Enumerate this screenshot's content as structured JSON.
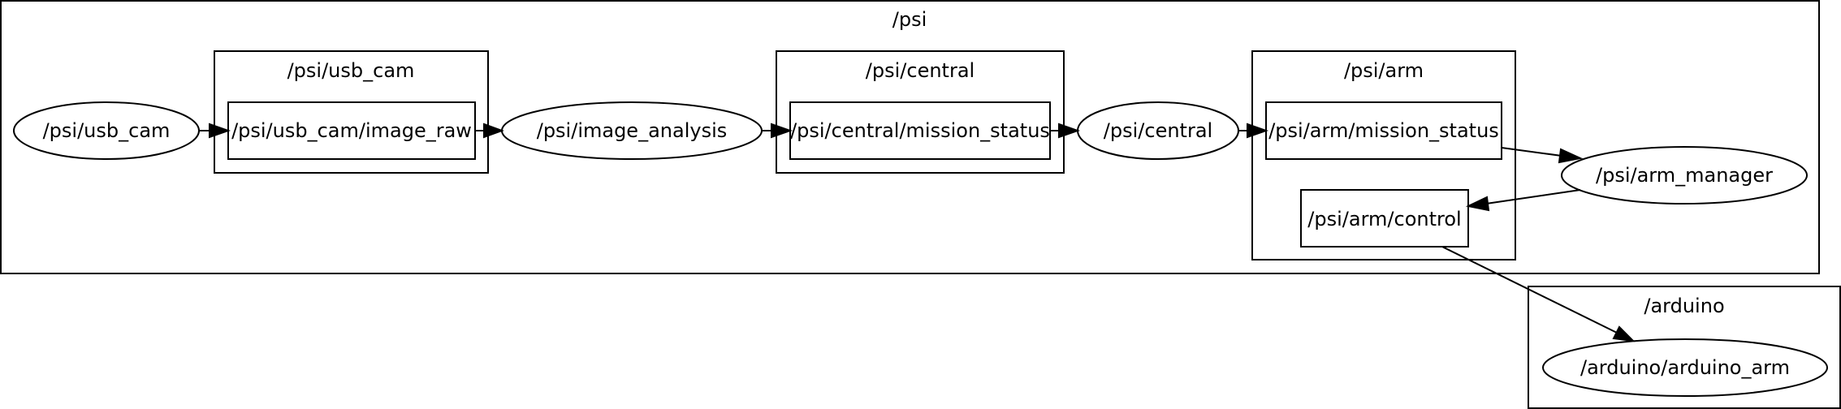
{
  "clusters": {
    "psi": "/psi",
    "usb_cam": "/psi/usb_cam",
    "central": "/psi/central",
    "arm": "/psi/arm",
    "arduino": "/arduino"
  },
  "nodes": {
    "usb_cam": "/psi/usb_cam",
    "image_analysis": "/psi/image_analysis",
    "central": "/psi/central",
    "arm_manager": "/psi/arm_manager",
    "arduino_arm": "/arduino/arduino_arm"
  },
  "topics": {
    "image_raw": "/psi/usb_cam/image_raw",
    "central_mission_status": "/psi/central/mission_status",
    "arm_mission_status": "/psi/arm/mission_status",
    "arm_control": "/psi/arm/control"
  }
}
